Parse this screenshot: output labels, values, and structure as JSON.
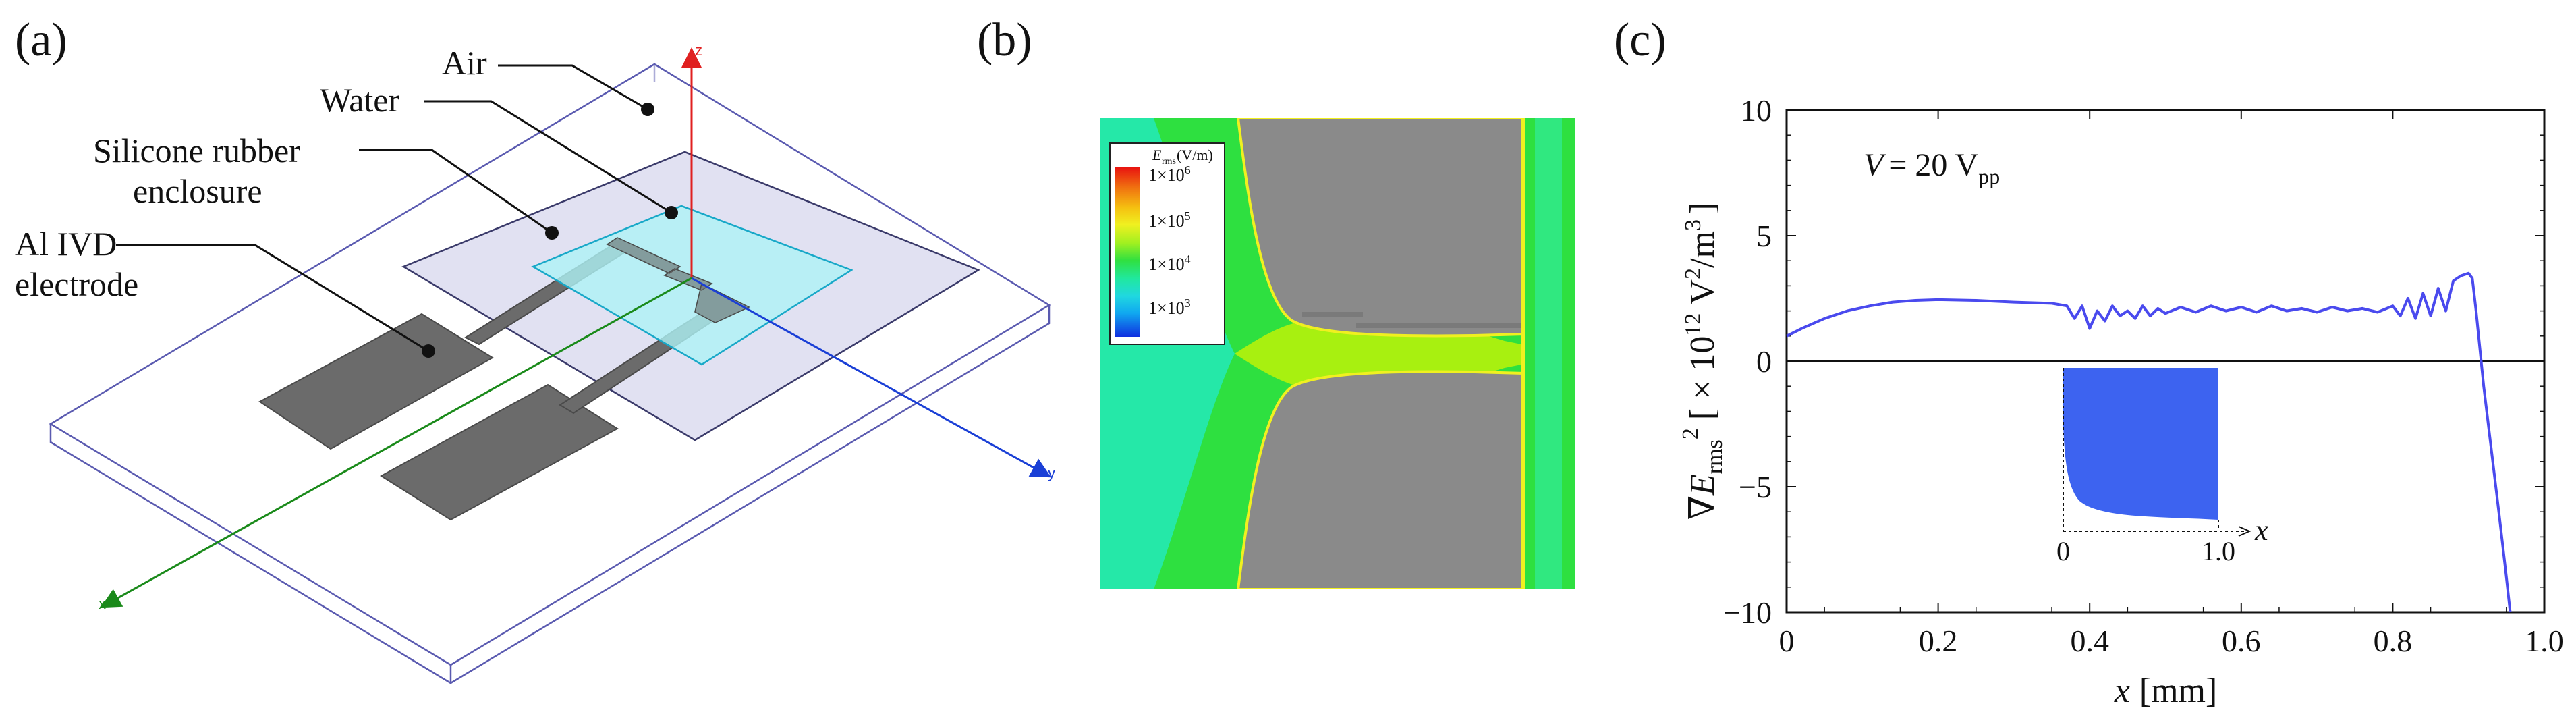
{
  "panels": {
    "a": {
      "label": "(a)",
      "annotations": {
        "air": "Air",
        "water": "Water",
        "enclosure_line1": "Silicone rubber",
        "enclosure_line2": "enclosure",
        "electrode_line1": "Al IVD",
        "electrode_line2": "electrode"
      },
      "axes": {
        "z": "z",
        "y": "y",
        "x": "x"
      },
      "colors": {
        "z_axis": "#e02020",
        "y_axis": "#1a3fd6",
        "x_axis": "#1a8a1a",
        "electrode": "#6b6b6b",
        "water": "#aef3f5",
        "enclosure": "#dcdcf0",
        "air_outline": "#5a5ab0"
      }
    },
    "b": {
      "label": "(b)",
      "legend": {
        "title_symbol": "E",
        "title_sub": "rms",
        "title_unit": "(V/m)",
        "ticks": [
          {
            "base": "1×10",
            "exp": "6"
          },
          {
            "base": "1×10",
            "exp": "5"
          },
          {
            "base": "1×10",
            "exp": "4"
          },
          {
            "base": "1×10",
            "exp": "3"
          }
        ],
        "colors": [
          "#e81010",
          "#f07010",
          "#f5c010",
          "#f0f020",
          "#a0f020",
          "#30e040",
          "#20e8a0",
          "#20d8e0",
          "#10a8f0",
          "#1050f0",
          "#1020d0"
        ]
      },
      "colors": {
        "electrode": "#8a8a8a",
        "field_high": "#a8f010",
        "field_mid": "#2ee040",
        "field_low": "#25e8a8"
      }
    },
    "c": {
      "label": "(c)",
      "annotation_prefix": "V",
      "annotation_value": "= 20 V",
      "annotation_sub": "pp",
      "ylabel_parts": {
        "grad": "∇E",
        "sub": "rms",
        "sup": "2",
        "bracket_open": "[ × 10",
        "exp": "12",
        "unit_mid": " V",
        "unit_mid_sup": "2",
        "unit_end": "/m",
        "unit_end_sup": "3",
        "bracket_close": "]"
      },
      "xlabel_parts": {
        "var": "x",
        "unit": "[mm]"
      },
      "inset": {
        "tick_labels": [
          "0",
          "1.0"
        ],
        "axis_label": "x",
        "color": "#3d63f0"
      }
    }
  },
  "chart_data": {
    "type": "line",
    "xlabel": "x [mm]",
    "ylabel": "∇E_rms² [ × 10¹² V²/m³]",
    "xlim": [
      0,
      1.0
    ],
    "ylim": [
      -10,
      10
    ],
    "x_ticks": [
      0,
      0.2,
      0.4,
      0.6,
      0.8,
      1.0
    ],
    "x_tick_labels": [
      "0",
      "0.2",
      "0.4",
      "0.6",
      "0.8",
      "1.0"
    ],
    "y_ticks": [
      -10,
      -5,
      0,
      5,
      10
    ],
    "y_tick_labels": [
      "−10",
      "−5",
      "0",
      "5",
      "10"
    ],
    "grid": false,
    "series": [
      {
        "color": "#4a4aee",
        "x": [
          0,
          0.02,
          0.05,
          0.08,
          0.11,
          0.14,
          0.17,
          0.2,
          0.25,
          0.3,
          0.35,
          0.37,
          0.38,
          0.39,
          0.4,
          0.41,
          0.42,
          0.43,
          0.44,
          0.45,
          0.46,
          0.47,
          0.48,
          0.49,
          0.5,
          0.52,
          0.54,
          0.56,
          0.58,
          0.6,
          0.62,
          0.64,
          0.66,
          0.68,
          0.7,
          0.72,
          0.74,
          0.76,
          0.78,
          0.8,
          0.81,
          0.82,
          0.83,
          0.84,
          0.85,
          0.86,
          0.87,
          0.88,
          0.89,
          0.9,
          0.905,
          0.91,
          0.92,
          0.93,
          0.94,
          0.95,
          0.955
        ],
        "y": [
          1.0,
          1.3,
          1.7,
          2.0,
          2.2,
          2.35,
          2.42,
          2.45,
          2.42,
          2.35,
          2.3,
          2.2,
          1.7,
          2.2,
          1.3,
          2.0,
          1.6,
          2.2,
          1.8,
          2.0,
          1.7,
          2.2,
          1.8,
          2.1,
          1.9,
          2.15,
          1.95,
          2.2,
          2.0,
          2.15,
          1.95,
          2.2,
          2.0,
          2.1,
          1.95,
          2.15,
          2.0,
          2.1,
          1.95,
          2.2,
          1.8,
          2.5,
          1.7,
          2.7,
          1.8,
          2.9,
          2.0,
          3.2,
          3.4,
          3.5,
          3.3,
          2.0,
          -1.0,
          -3.5,
          -6.0,
          -8.6,
          -10.0
        ]
      }
    ]
  }
}
